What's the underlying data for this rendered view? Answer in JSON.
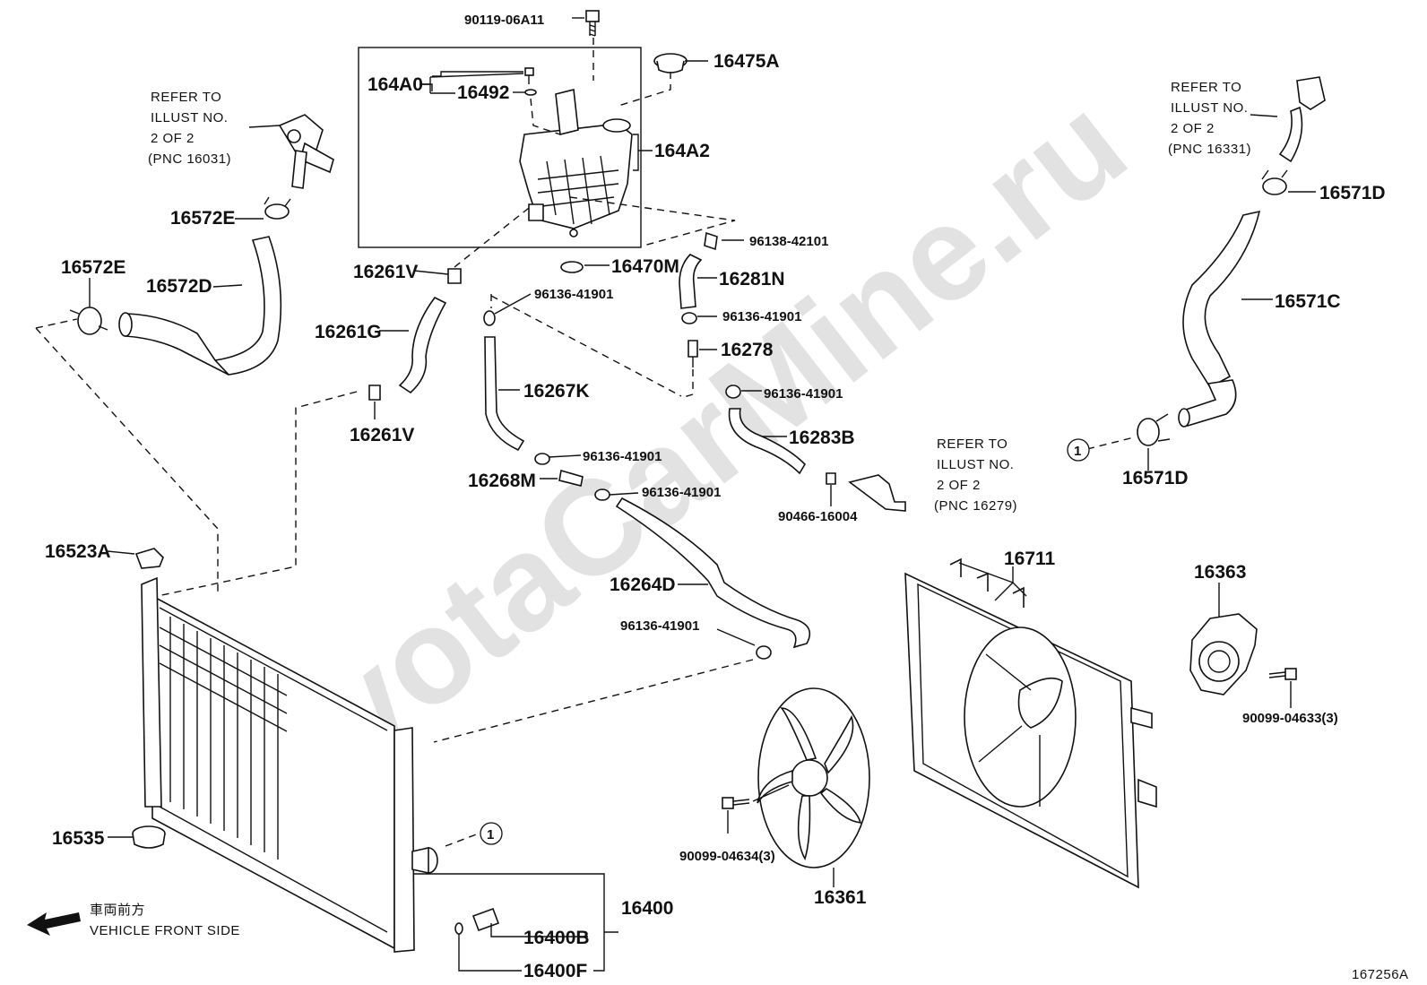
{
  "watermark": "ToyotaCarMine.ru",
  "diagram_id": "167256A",
  "direction": {
    "jp": "車両前方",
    "en": "VEHICLE FRONT SIDE"
  },
  "refer_notes": {
    "thermostat": [
      "REFER TO",
      "ILLUST NO.",
      "2 OF 2",
      "(PNC 16031)"
    ],
    "water_outlet": [
      "REFER TO",
      "ILLUST NO.",
      "2 OF 2",
      "(PNC 16331)"
    ],
    "bypass_pipe": [
      "REFER TO",
      "ILLUST NO.",
      "2 OF 2",
      "(PNC 16279)"
    ]
  },
  "callout_marker": "1",
  "parts": {
    "p90119": "90119-06A11",
    "p16475A": "16475A",
    "p164A0": "164A0",
    "p16492": "16492",
    "p164A2": "164A2",
    "p16571D_top": "16571D",
    "p16572E_top": "16572E",
    "p16572E_left": "16572E",
    "p16572D": "16572D",
    "p96138": "96138-42101",
    "p16261V_top": "16261V",
    "p16470M": "16470M",
    "p16281N": "16281N",
    "p96136_a": "96136-41901",
    "p96136_b": "96136-41901",
    "p16571C": "16571C",
    "p16261G": "16261G",
    "p16278": "16278",
    "p16267K": "16267K",
    "p96136_c": "96136-41901",
    "p16261V_bot": "16261V",
    "p16283B": "16283B",
    "p96136_d": "96136-41901",
    "p16268M": "16268M",
    "p96136_e": "96136-41901",
    "p90466": "90466-16004",
    "p16571D_bot": "16571D",
    "p16523A": "16523A",
    "p16711": "16711",
    "p16363": "16363",
    "p16264D": "16264D",
    "p96136_f": "96136-41901",
    "p90099_a": "90099-04633(3)",
    "p16535": "16535",
    "p90099_b": "90099-04634(3)",
    "p16361": "16361",
    "p16400": "16400",
    "p16400B": "16400B",
    "p16400F": "16400F"
  }
}
